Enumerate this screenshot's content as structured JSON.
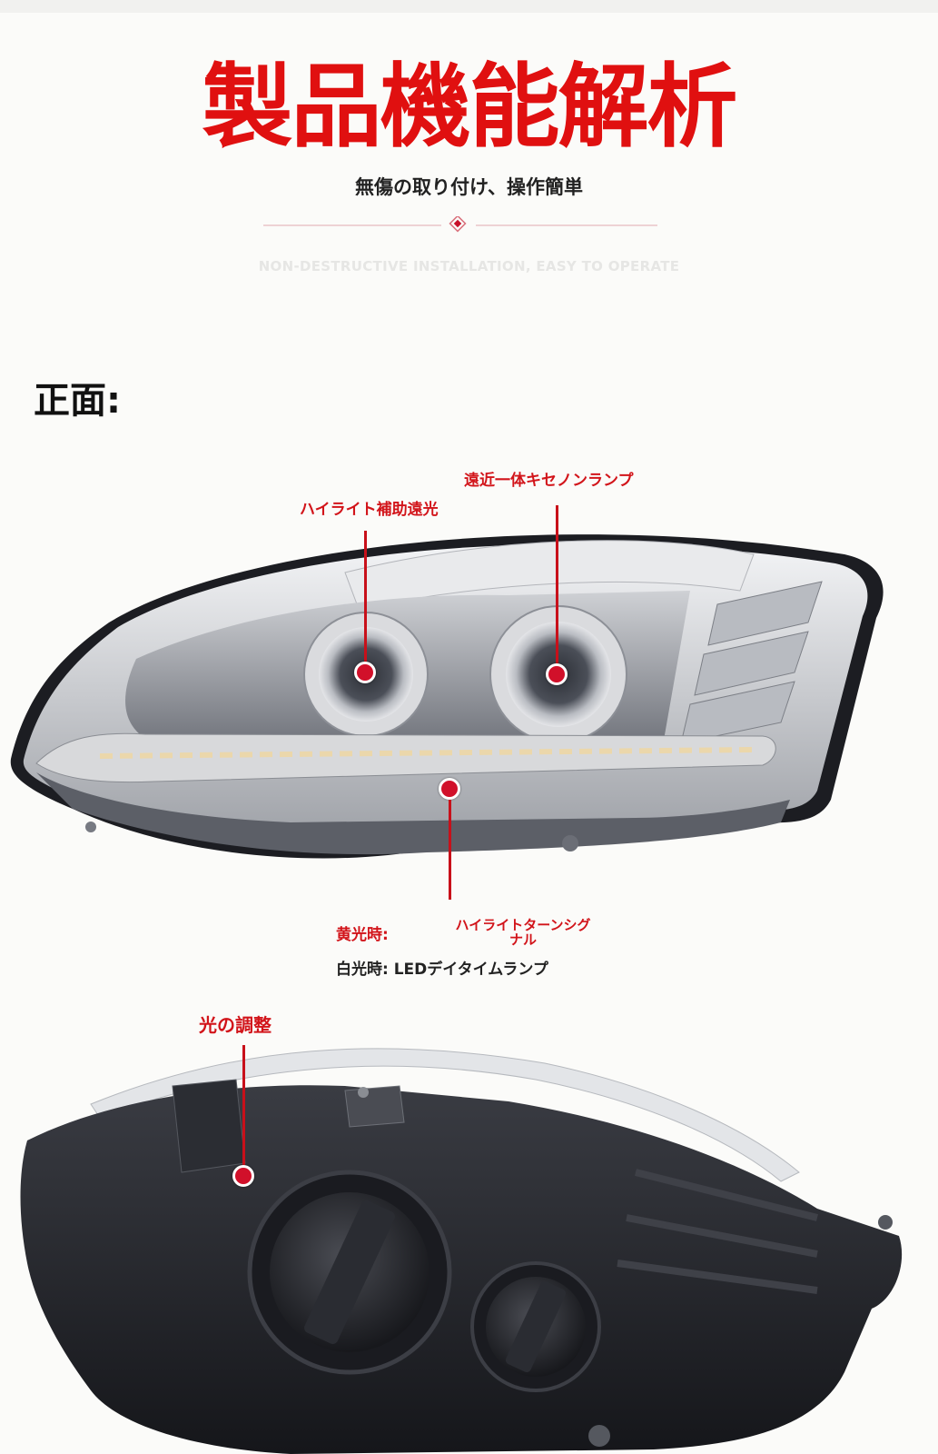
{
  "header": {
    "title": "製品機能解析",
    "subtitle": "無傷の取り付け、操作簡単",
    "english_subtitle": "NON-DESTRUCTIVE INSTALLATION, EASY TO OPERATE"
  },
  "front": {
    "label": "正面:",
    "callouts": {
      "high_beam_aux": "ハイライト補助遠光",
      "xenon_lamp": "遠近一体キセノンランプ",
      "yellow_light": "黄光時:",
      "turn_signal": "ハイライトターンシグナル",
      "white_light": "白光時:  LEDデイタイムランプ"
    }
  },
  "back": {
    "callouts": {
      "light_adjust": "光の調整"
    }
  },
  "colors": {
    "accent_red": "#e01010",
    "callout_red": "#d2141a",
    "background": "#fbfbf9"
  }
}
